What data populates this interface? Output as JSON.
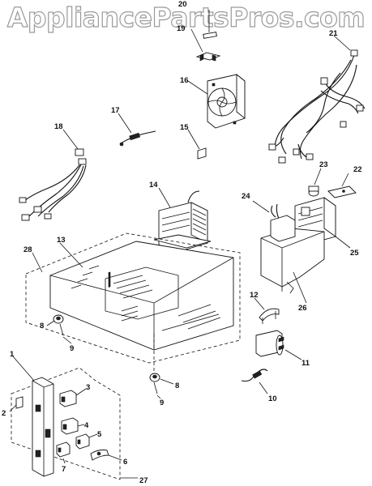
{
  "watermark": "AppliancePartsPros.com",
  "callouts": [
    "1",
    "2",
    "3",
    "4",
    "5",
    "6",
    "7",
    "8",
    "8",
    "9",
    "9",
    "10",
    "11",
    "12",
    "13",
    "14",
    "15",
    "16",
    "17",
    "18",
    "19",
    "20",
    "21",
    "22",
    "23",
    "24",
    "25",
    "26",
    "27",
    "28"
  ]
}
